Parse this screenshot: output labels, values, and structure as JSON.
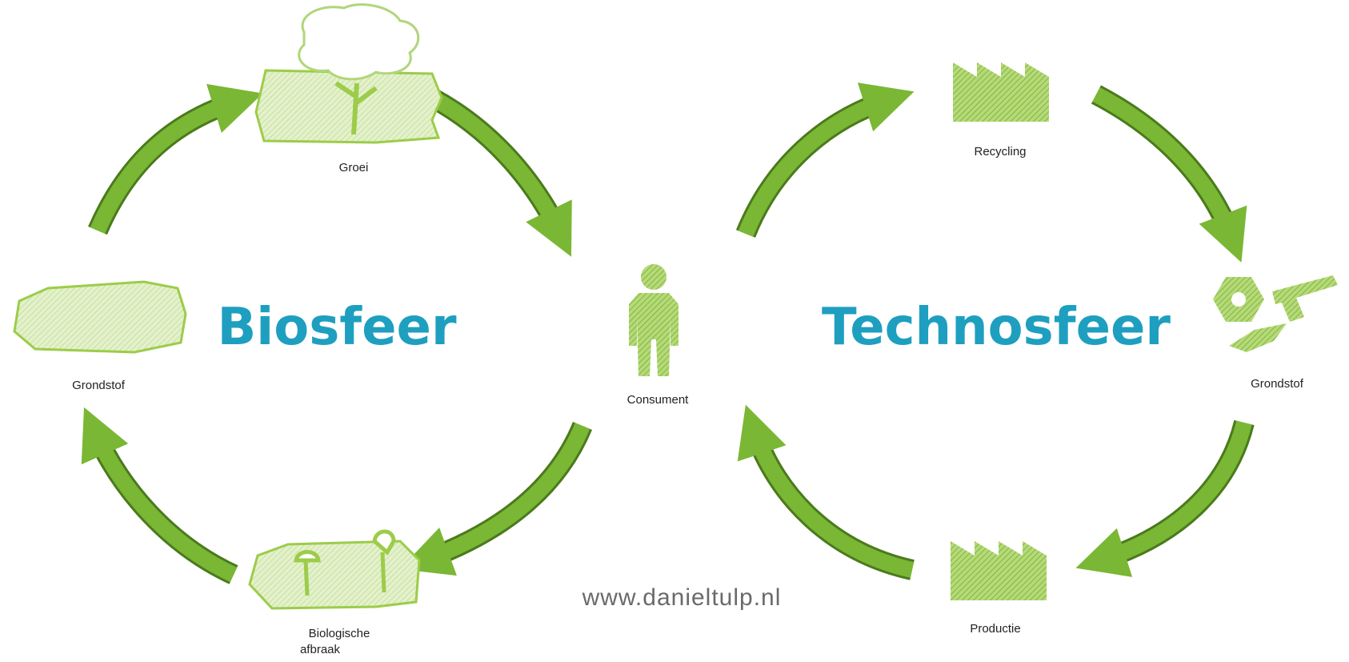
{
  "titles": {
    "biosphere": "Biosfeer",
    "technosphere": "Technosfeer"
  },
  "labels": {
    "groei": "Groei",
    "grondstof_left": "Grondstof",
    "biologische_line1": "Biologische",
    "biologische_line2": "afbraak",
    "consument": "Consument",
    "recycling": "Recycling",
    "grondstof_right": "Grondstof",
    "productie": "Productie"
  },
  "watermark": "www.danieltulp.nl",
  "colors": {
    "title_blue": "#1e9fc0",
    "arrow_green": "#7ab734",
    "arrow_dark": "#4a7a1c",
    "icon_green": "#9ccc4a",
    "icon_light": "#cfe6a8"
  },
  "icons": {
    "tree": "tree-icon",
    "land": "land-icon",
    "decay": "decay-icon",
    "person": "person-icon",
    "factory": "factory-icon",
    "parts": "nut-bolt-icon"
  }
}
